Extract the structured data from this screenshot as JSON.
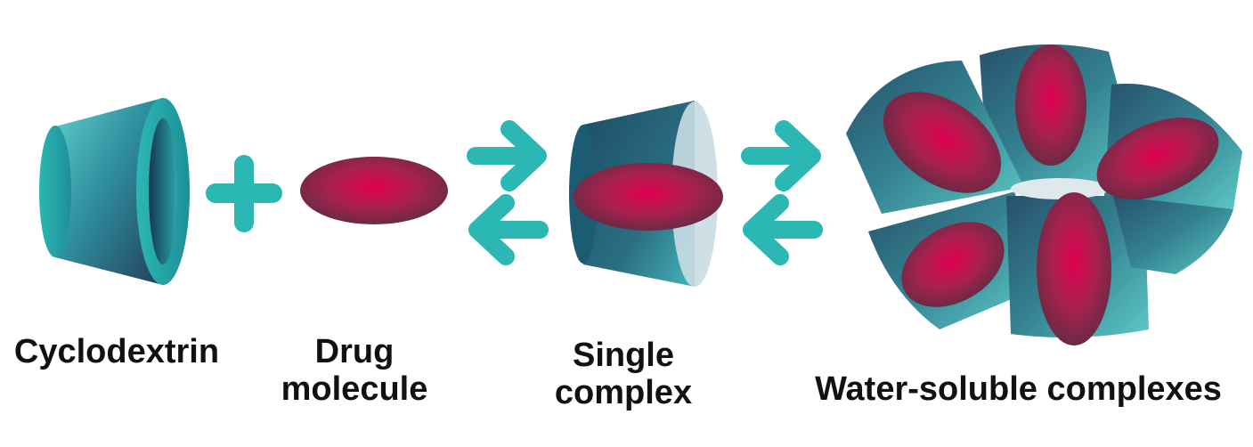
{
  "labels": {
    "cyclodextrin": "Cyclodextrin",
    "drug_line1": "Drug",
    "drug_line2": "molecule",
    "single_line1": "Single",
    "single_line2": "complex",
    "water_soluble": "Water-soluble complexes"
  },
  "colors": {
    "teal": "#2bb7b3",
    "dark_teal": "#1c4f66",
    "drug_core": "#e0004f",
    "drug_edge": "#6b2a44",
    "text": "#111111"
  }
}
